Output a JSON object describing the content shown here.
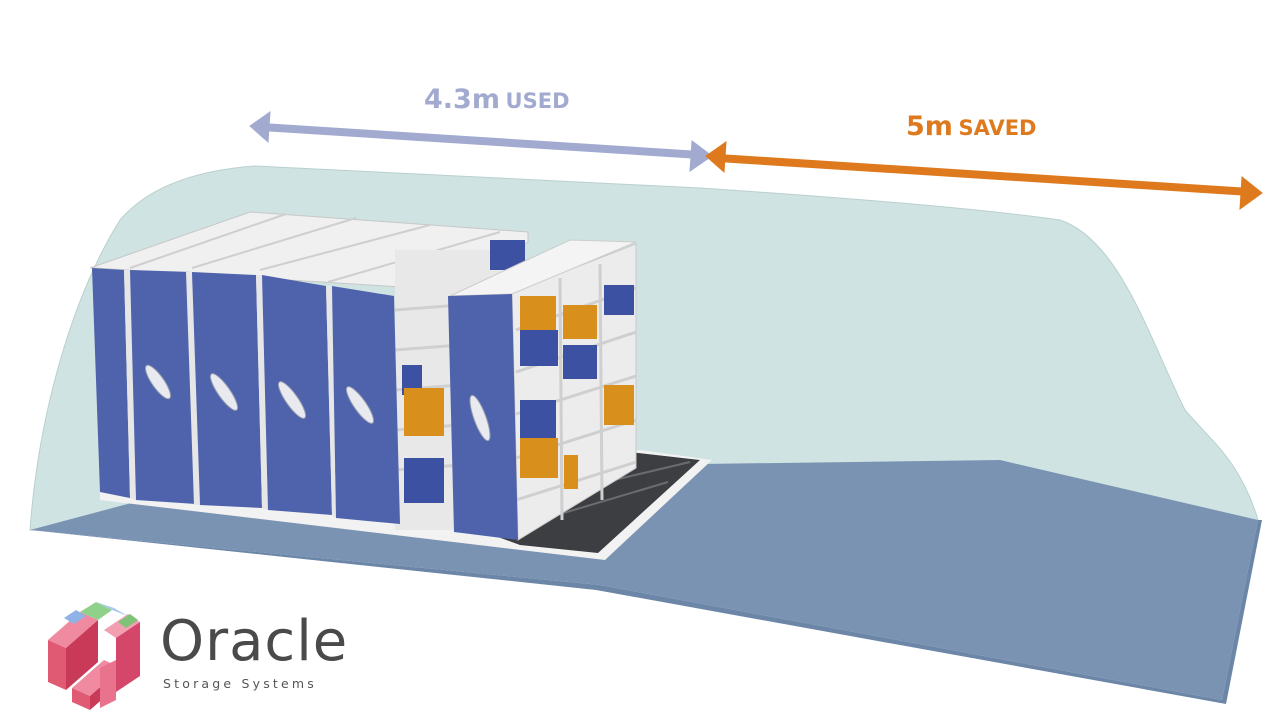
{
  "dimensions": {
    "used": {
      "value": "4.3m",
      "unit_label": "USED",
      "color": "#a2aad0"
    },
    "saved": {
      "value": "5m",
      "unit_label": "SAVED",
      "color": "#de7a1d"
    }
  },
  "brand": {
    "name": "Oracle",
    "tagline": "Storage Systems"
  },
  "colors": {
    "wall": "#cfe3e2",
    "floor": "#7a93b3",
    "cabinet_panel": "#4f63ac",
    "shelf": "#ececec",
    "box_blue": "#3d51a2",
    "box_orange": "#d98f1c",
    "track_floor": "#3c3e42"
  },
  "icons": [
    "handle-icon",
    "left-arrow-icon",
    "right-arrow-icon",
    "logo-cubes-icon"
  ]
}
